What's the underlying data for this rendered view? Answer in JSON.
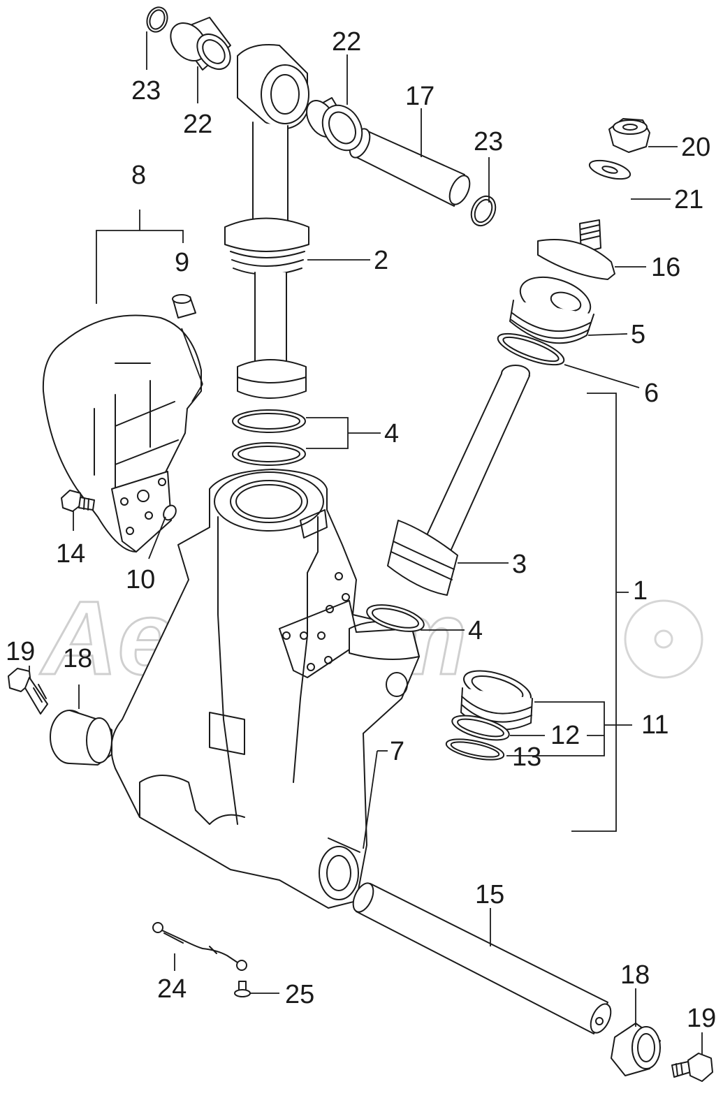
{
  "watermark": {
    "text": "Aerhmm"
  },
  "callouts": {
    "c1": "1",
    "c2": "2",
    "c3": "3",
    "c4a": "4",
    "c4b": "4",
    "c5": "5",
    "c6": "6",
    "c7": "7",
    "c8": "8",
    "c9": "9",
    "c10": "10",
    "c11": "11",
    "c12": "12",
    "c13": "13",
    "c14": "14",
    "c15": "15",
    "c16": "16",
    "c17": "17",
    "c18a": "18",
    "c18b": "18",
    "c19a": "19",
    "c19b": "19",
    "c20": "20",
    "c21": "21",
    "c22a": "22",
    "c22b": "22",
    "c23a": "23",
    "c23b": "23",
    "c24": "24",
    "c25": "25"
  }
}
